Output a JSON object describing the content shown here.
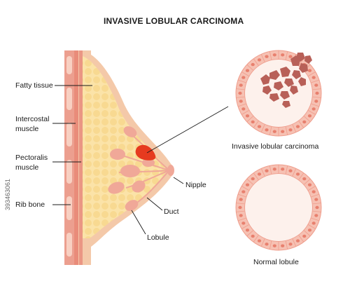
{
  "title": "INVASIVE LOBULAR CARCINOMA",
  "labels": {
    "fatty_tissue": "Fatty tissue",
    "intercostal_1": "Intercostal",
    "intercostal_2": "muscle",
    "pectoralis_1": "Pectoralis",
    "pectoralis_2": "muscle",
    "rib_bone": "Rib bone",
    "nipple": "Nipple",
    "duct": "Duct",
    "lobule": "Lobule",
    "invasive": "Invasive lobular carcinoma",
    "normal": "Normal lobule"
  },
  "watermark_id": "393463061",
  "colors": {
    "skin": "#f4c9a9",
    "fat": "#fbe3a8",
    "fat_cell": "#f8d88e",
    "rib": "#ec9f8f",
    "lobule": "#f0a898",
    "tumor": "#e63a1f",
    "cell": "#f6c1b3",
    "cell_nucleus": "#e8806e",
    "cancer_cell": "#b86058"
  }
}
